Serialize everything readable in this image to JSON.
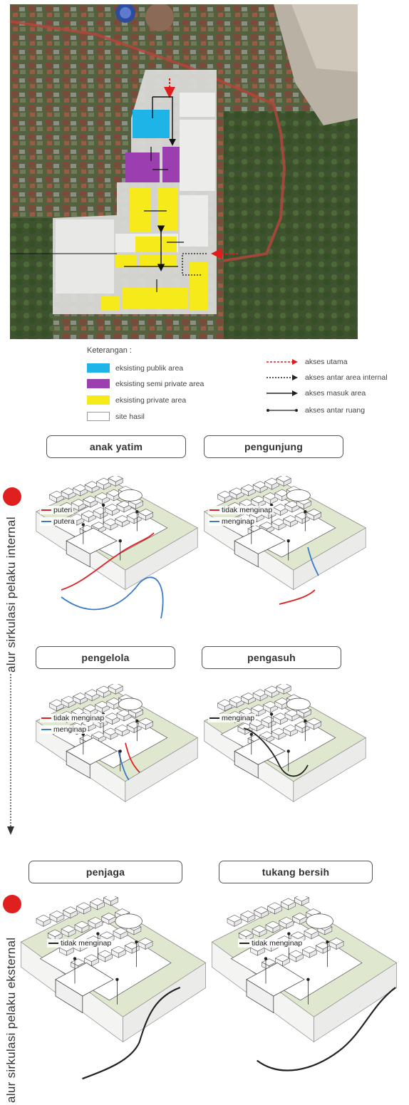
{
  "legend": {
    "title": "Keterangan :",
    "zones": [
      {
        "label": "eksisting publik area",
        "color": "#1fb4e8"
      },
      {
        "label": "eksisting semi private area",
        "color": "#9b3fb0"
      },
      {
        "label": "eksisting  private area",
        "color": "#f6ea1a"
      },
      {
        "label": "site hasil",
        "color": "#ffffff"
      }
    ],
    "access": [
      {
        "label": "akses utama",
        "style": "red-dashed-arrow"
      },
      {
        "label": "akses antar area internal",
        "style": "black-dotted-arrow"
      },
      {
        "label": "akses masuk area",
        "style": "black-arrow"
      },
      {
        "label": "akses antar ruang",
        "style": "double-tick-line"
      }
    ]
  },
  "sections": {
    "internal": "alur sirkulasi pelaku internal",
    "external": "alur sirkulasi pelaku eksternal"
  },
  "panels": [
    {
      "title": "anak yatim",
      "lines": [
        {
          "label": "puteri",
          "color": "#e02020"
        },
        {
          "label": "putera",
          "color": "#3a7ac8"
        }
      ]
    },
    {
      "title": "pengunjung",
      "lines": [
        {
          "label": "tidak menginap",
          "color": "#e02020"
        },
        {
          "label": "menginap",
          "color": "#3a7ac8"
        }
      ]
    },
    {
      "title": "pengelola",
      "lines": [
        {
          "label": "tidak menginap",
          "color": "#e02020"
        },
        {
          "label": "menginap",
          "color": "#3a7ac8"
        }
      ]
    },
    {
      "title": "pengasuh",
      "lines": [
        {
          "label": "menginap",
          "color": "#222222"
        }
      ]
    },
    {
      "title": "penjaga",
      "lines": [
        {
          "label": "tidak menginap",
          "color": "#222222"
        }
      ]
    },
    {
      "title": "tukang bersih",
      "lines": [
        {
          "label": "tidak menginap",
          "color": "#222222"
        }
      ]
    }
  ]
}
